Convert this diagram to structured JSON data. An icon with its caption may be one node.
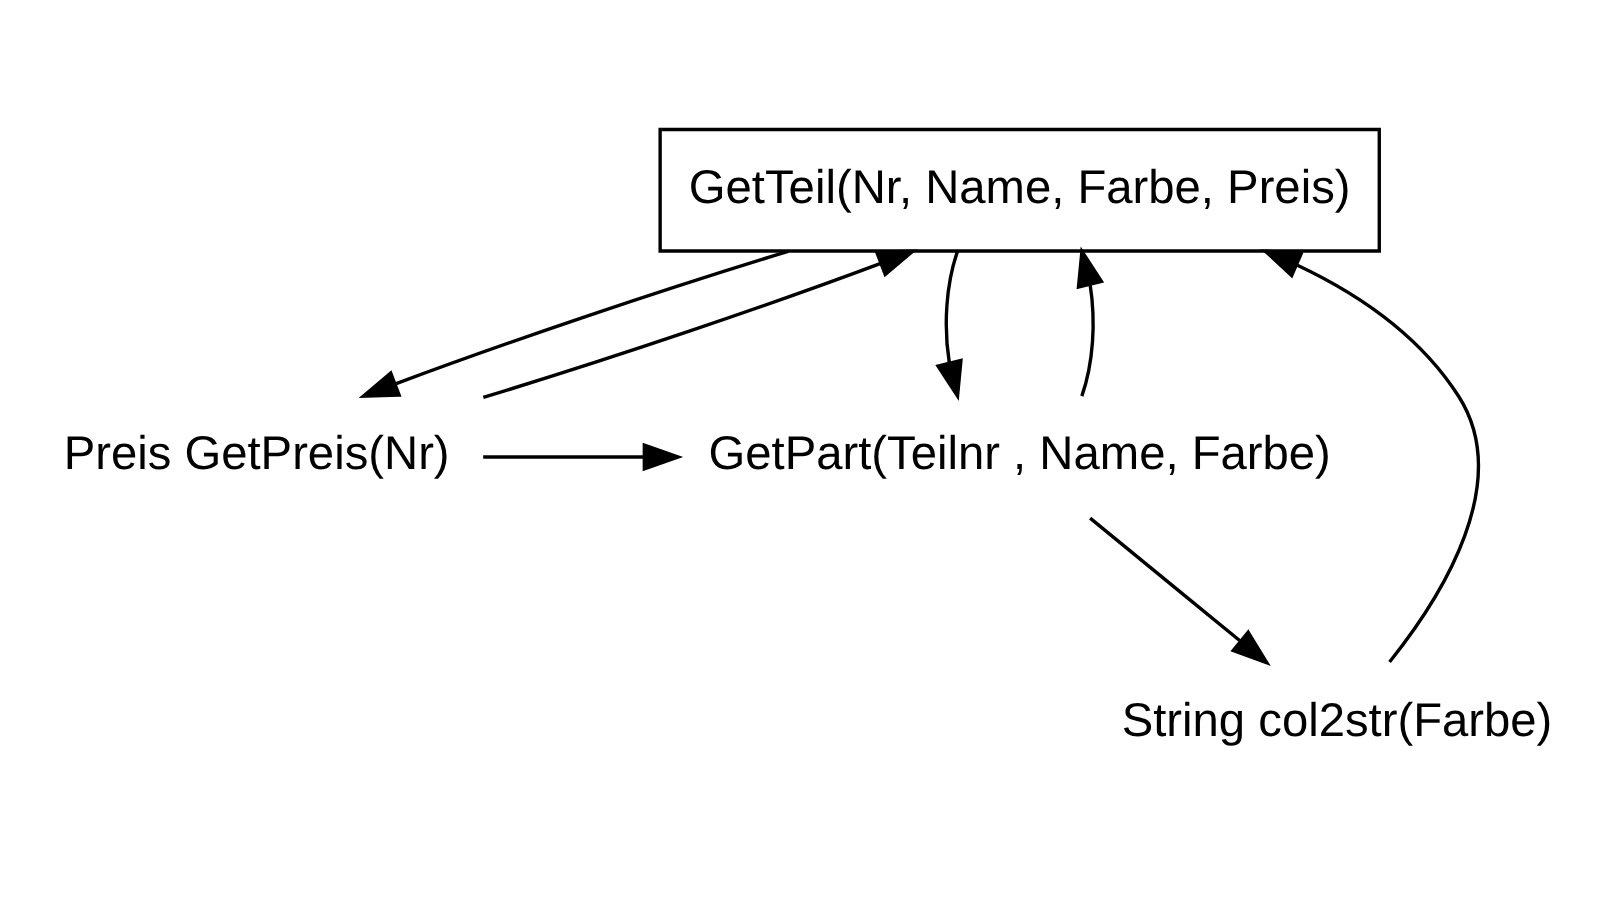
{
  "diagram": {
    "nodes": [
      {
        "text": [
          "GetTeil(Nr, Name, Farbe, Preis)"
        ]
      },
      {
        "text": [
          "String col2str(Farbe)"
        ]
      },
      {
        "text": [
          "GetPart(Teilnr , Name, Farbe)"
        ]
      },
      {
        "text": [
          "Preis GetPreis(Nr)"
        ]
      }
    ],
    "edges": [
      {
        "from": 0,
        "to": 2,
        "arrow": "to"
      },
      {
        "from": 2,
        "to": 0,
        "arrow": "to"
      },
      {
        "from": 1,
        "to": 0,
        "arrow": "to"
      },
      {
        "from": 2,
        "to": 1,
        "arrow": "to"
      },
      {
        "from": 3,
        "to": 0,
        "arrow": "to"
      },
      {
        "from": 0,
        "to": 3,
        "arrow": "to"
      },
      {
        "from": 3,
        "to": 2,
        "arrow": "to"
      }
    ]
  }
}
